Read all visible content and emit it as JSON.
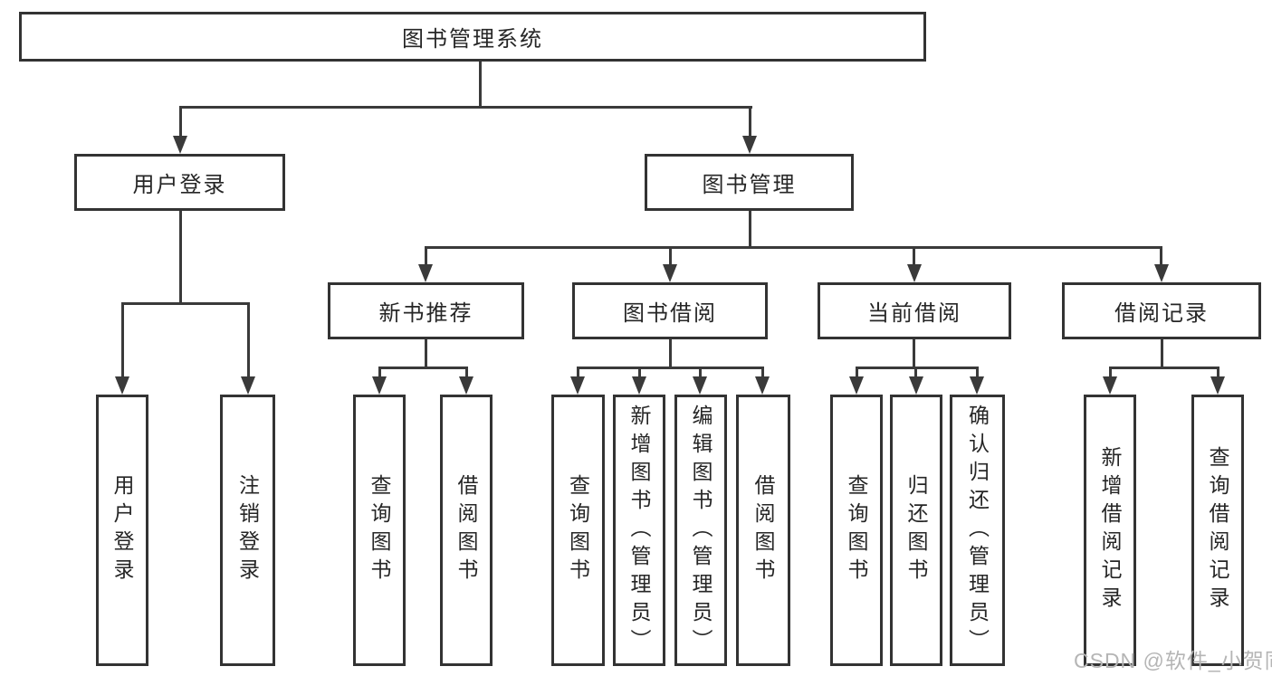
{
  "diagram": {
    "root": "图书管理系统",
    "level1": [
      {
        "label": "用户登录"
      },
      {
        "label": "图书管理"
      }
    ],
    "level2": [
      {
        "label": "新书推荐"
      },
      {
        "label": "图书借阅"
      },
      {
        "label": "当前借阅"
      },
      {
        "label": "借阅记录"
      }
    ],
    "leaves": [
      {
        "label": "用户登录"
      },
      {
        "label": "注销登录"
      },
      {
        "label": "查询图书"
      },
      {
        "label": "借阅图书"
      },
      {
        "label": "查询图书"
      },
      {
        "label": "新增图书（管理员）"
      },
      {
        "label": "编辑图书（管理员）"
      },
      {
        "label": "借阅图书"
      },
      {
        "label": "查询图书"
      },
      {
        "label": "归还图书"
      },
      {
        "label": "确认归还（管理员）"
      },
      {
        "label": "新增借阅记录"
      },
      {
        "label": "查询借阅记录"
      }
    ]
  },
  "watermark": "CSDN @软件_小贺同学",
  "colors": {
    "background": "#ffffff",
    "box_border": "#333333",
    "connector_line": "#3a3a3a",
    "text": "#262626",
    "watermark_text": "#b5b5b5"
  }
}
